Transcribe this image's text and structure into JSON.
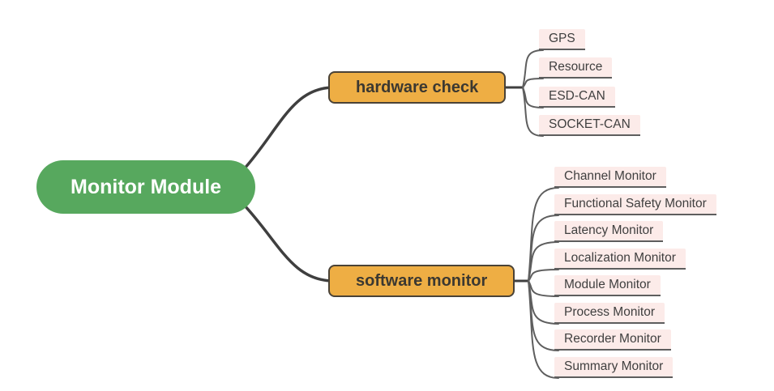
{
  "root": {
    "label": "Monitor Module"
  },
  "branches": [
    {
      "label": "hardware check",
      "children": [
        "GPS",
        "Resource",
        "ESD-CAN",
        "SOCKET-CAN"
      ]
    },
    {
      "label": "software monitor",
      "children": [
        "Channel Monitor",
        "Functional Safety Monitor",
        "Latency Monitor",
        "Localization Monitor",
        "Module Monitor",
        "Process Monitor",
        "Recorder Monitor",
        "Summary Monitor"
      ]
    }
  ],
  "palette": {
    "background": "#ffffff",
    "root_fill": "#57a85e",
    "root_text": "#ffffff",
    "branch_fill": "#eeae44",
    "branch_border": "#4a4236",
    "branch_text": "#3b3831",
    "leaf_fill": "#fcebe9",
    "leaf_text": "#3f3f3f",
    "connector_dark": "#3f3f3f",
    "connector_gray": "#5e5e5e"
  }
}
